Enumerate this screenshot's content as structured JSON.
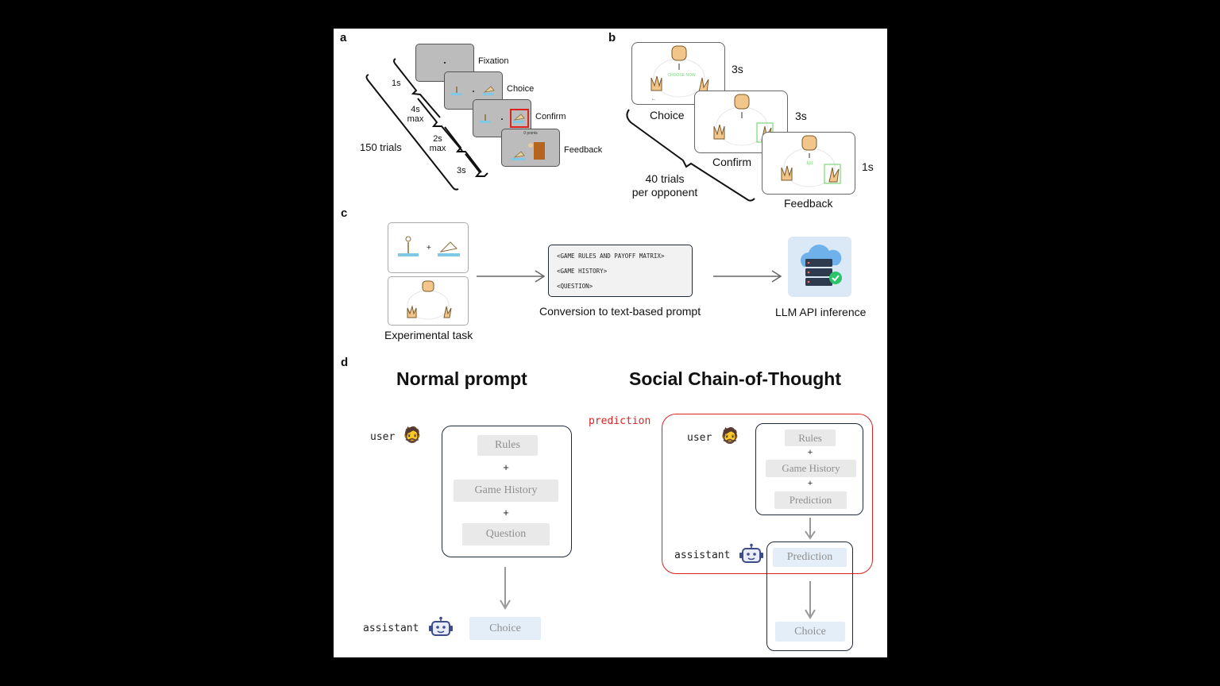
{
  "panels": {
    "a": "a",
    "b": "b",
    "c": "c",
    "d": "d"
  },
  "panel_a": {
    "stages": [
      "Fixation",
      "Choice",
      "Confirm",
      "Feedback"
    ],
    "durations": [
      "1s",
      "4s max",
      "2s max",
      "3s"
    ],
    "trials": "150 trials",
    "feedback_points": "0 points"
  },
  "panel_b": {
    "stages": [
      "Choice",
      "Confirm",
      "Feedback"
    ],
    "durations": [
      "3s",
      "3s",
      "1s"
    ],
    "trials_line1": "40 trials",
    "trials_line2": "per opponent",
    "choose_now": "CHOOSE NOW",
    "feedback_score": "1pt"
  },
  "panel_c": {
    "task_label": "Experimental task",
    "prompt_lines": [
      "<GAME RULES AND PAYOFF MATRIX>",
      "<GAME HISTORY>",
      "<QUESTION>"
    ],
    "prompt_label": "Conversion to text-based prompt",
    "llm_label": "LLM API inference"
  },
  "panel_d": {
    "normal_title": "Normal prompt",
    "social_title": "Social Chain-of-Thought",
    "user_label": "user",
    "assistant_label": "assistant",
    "prediction_tag": "prediction",
    "normal_chips": [
      "Rules",
      "Game History",
      "Question"
    ],
    "normal_output": "Choice",
    "social_chips": [
      "Rules",
      "Game History",
      "Prediction"
    ],
    "social_outputs": [
      "Prediction",
      "Choice"
    ],
    "plus": "+"
  },
  "icons": {
    "user": "bearded-man-emoji",
    "assistant": "robot-icon",
    "llm": "cloud-server-icon"
  },
  "colors": {
    "highlight_red": "#dd2222",
    "dark_box": "#1f2a3a",
    "chip_gray": "#e9e9e9",
    "chip_blue": "#e3eef8",
    "green_text": "#7bd67b"
  }
}
